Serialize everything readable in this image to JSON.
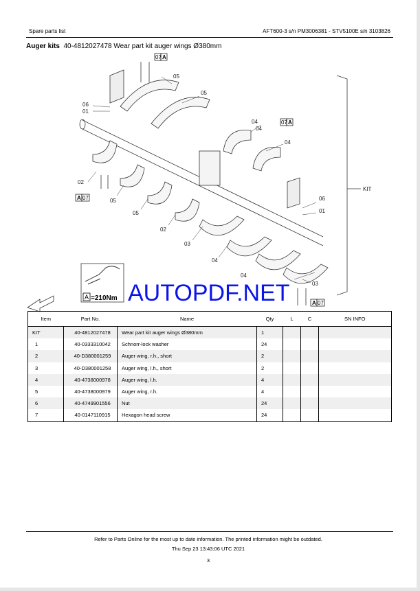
{
  "header": {
    "left": "Spare parts list",
    "right": "AFT600-3 s/n PM3006381 - STV5100E s/n 3103826"
  },
  "title": {
    "section": "Auger kits",
    "description": "40-4812027478 Wear part kit auger wings Ø380mm"
  },
  "diagram": {
    "callouts": [
      "05",
      "05",
      "06",
      "01",
      "04",
      "04",
      "04",
      "02",
      "05",
      "05",
      "02",
      "03",
      "04",
      "04",
      "03",
      "06",
      "01",
      "KIT"
    ],
    "torque_ref_box": "A",
    "torque_ref_num": "07",
    "torque_label": "=210Nm",
    "torque_letter": "A"
  },
  "watermark": "AUTOPDF.NET",
  "table": {
    "headers": [
      "Item",
      "Part No.",
      "Name",
      "Qty",
      "L",
      "C",
      "SN INFO"
    ],
    "rows": [
      {
        "item": "KIT",
        "part": "40-4812027478",
        "name": "Wear part kit auger wings Ø380mm",
        "qty": "1"
      },
      {
        "item": "1",
        "part": "40-0333310042",
        "name": "Schnorr-lock washer",
        "qty": "24"
      },
      {
        "item": "2",
        "part": "40-D380001259",
        "name": "Auger wing, r.h., short",
        "qty": "2"
      },
      {
        "item": "3",
        "part": "40-D380001258",
        "name": "Auger wing, l.h., short",
        "qty": "2"
      },
      {
        "item": "4",
        "part": "40-4738000978",
        "name": "Auger wing, l.h.",
        "qty": "4"
      },
      {
        "item": "5",
        "part": "40-4738000979",
        "name": "Auger wing, r.h.",
        "qty": "4"
      },
      {
        "item": "6",
        "part": "40-4749901556",
        "name": "Nut",
        "qty": "24"
      },
      {
        "item": "7",
        "part": "40-0147110915",
        "name": "Hexagon head screw",
        "qty": "24"
      }
    ]
  },
  "footer": {
    "notice": "Refer to Parts Online for the most up to date information. The printed information might be outdated.",
    "timestamp": "Thu Sep 23 13:43:06 UTC 2021",
    "page": "3"
  }
}
